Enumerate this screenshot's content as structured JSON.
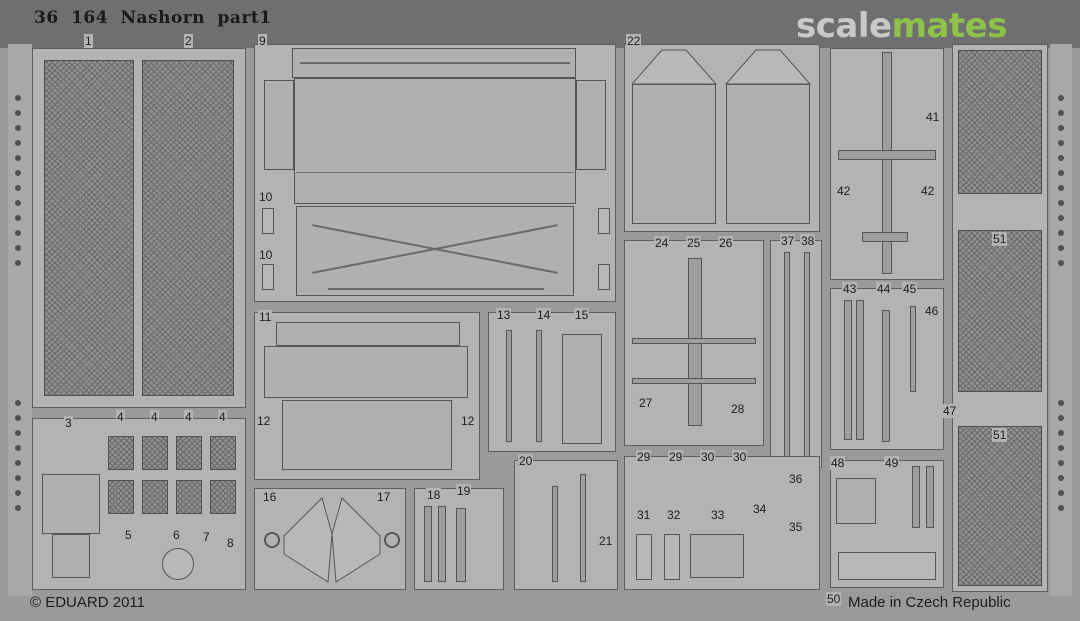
{
  "title": "36 164   Nashorn   part1",
  "watermark": {
    "part1": "scale",
    "part2": "mates",
    "accent_color": "#8fc24a"
  },
  "footer": {
    "copyright": "© EDUARD 2011",
    "made_in": "Made in Czech Republic"
  },
  "part_numbers": {
    "n1": "1",
    "n2": "2",
    "n9": "9",
    "n22": "22",
    "n10a": "10",
    "n10b": "10",
    "n11": "11",
    "n12a": "12",
    "n12b": "12",
    "n3": "3",
    "n4a": "4",
    "n4b": "4",
    "n4c": "4",
    "n4d": "4",
    "n5": "5",
    "n6": "6",
    "n7": "7",
    "n8": "8",
    "n13": "13",
    "n14": "14",
    "n15": "15",
    "n16": "16",
    "n17": "17",
    "n18": "18",
    "n19": "19",
    "n20": "20",
    "n21": "21",
    "n24": "24",
    "n25": "25",
    "n26": "26",
    "n27": "27",
    "n28": "28",
    "n29a": "29",
    "n29b": "29",
    "n30a": "30",
    "n30b": "30",
    "n31": "31",
    "n32": "32",
    "n33": "33",
    "n34": "34",
    "n35": "35",
    "n36": "36",
    "n37": "37",
    "n38": "38",
    "n41": "41",
    "n42a": "42",
    "n42b": "42",
    "n43": "43",
    "n44": "44",
    "n45": "45",
    "n46": "46",
    "n47": "47",
    "n48": "48",
    "n49": "49",
    "n50": "50",
    "n51a": "51",
    "n51b": "51"
  }
}
